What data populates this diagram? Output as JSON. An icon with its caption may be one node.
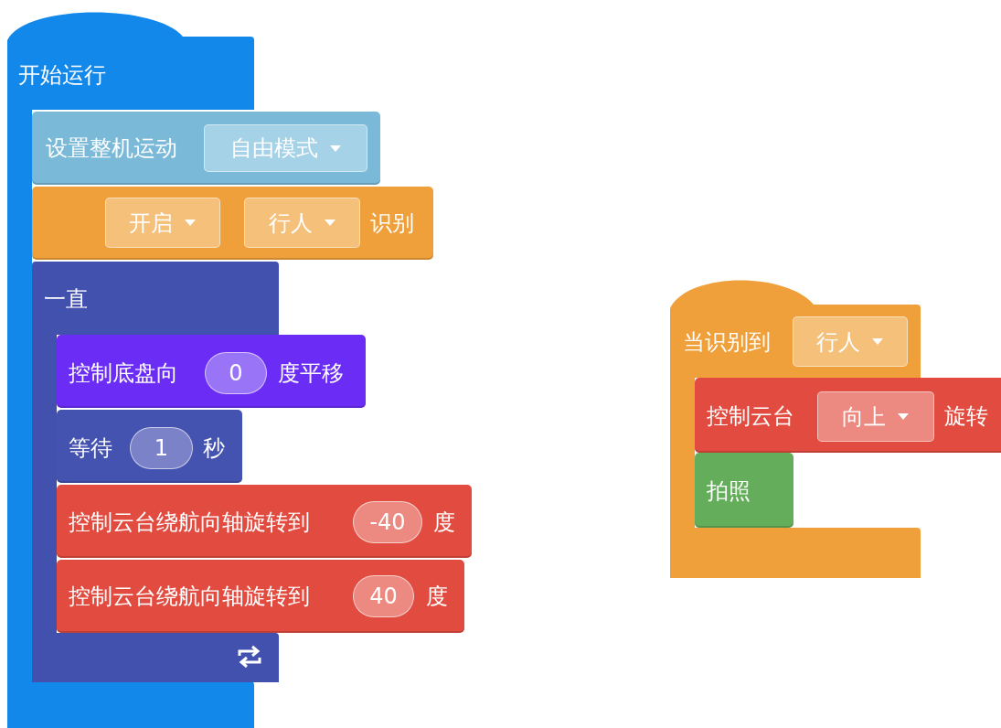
{
  "diagram": {
    "nodes": [
      {
        "text": [
          "开始运行"
        ]
      },
      {
        "text": [
          "设置整机运动"
        ]
      },
      {
        "text": [
          "自由模式"
        ],
        "in": 1
      },
      {
        "text": [
          "识别"
        ]
      },
      {
        "text": [
          "开启"
        ],
        "in": 3
      },
      {
        "text": [
          "行人"
        ],
        "in": 3
      },
      {
        "text": [
          "一直"
        ],
        "in": 0
      },
      {
        "text": [
          "控制底盘向",
          "度平移"
        ]
      },
      {
        "text": [
          "0"
        ],
        "in": 7
      },
      {
        "text": [
          "等待",
          "秒"
        ],
        "in": 6
      },
      {
        "text": [
          "1"
        ],
        "in": 9
      },
      {
        "text": [
          "控制云台绕航向轴旋转到",
          "度"
        ]
      },
      {
        "text": [
          "-40"
        ],
        "in": 11
      },
      {
        "text": [
          "控制云台绕航向轴旋转到",
          "度"
        ]
      },
      {
        "text": [
          "40"
        ],
        "in": 13
      },
      {
        "text": [
          "当识别到"
        ]
      },
      {
        "text": [
          "行人"
        ],
        "in": 15
      },
      {
        "text": [
          "控制云台",
          "旋转"
        ]
      },
      {
        "text": [
          "向上"
        ],
        "in": 17
      },
      {
        "text": [
          "拍照"
        ],
        "in": 15
      }
    ],
    "edges": []
  }
}
